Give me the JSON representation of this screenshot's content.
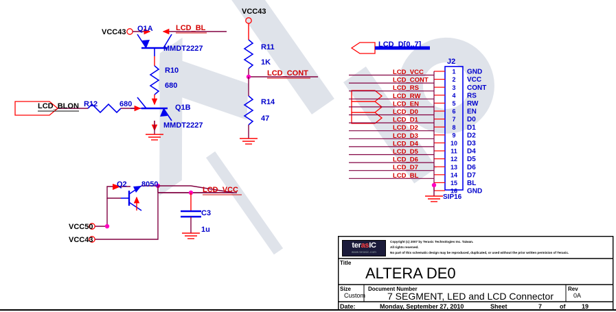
{
  "document": {
    "type": "schematic",
    "sheet_title": "ALTERA DE0",
    "watermark": "terasic.com"
  },
  "nets": {
    "vcc43": "VCC43",
    "vcc50": "VCC50",
    "lcd_bl": "LCD_BL",
    "lcd_blon": "LCD_BLON",
    "lcd_cont": "LCD_CONT",
    "lcd_vcc": "LCD_VCC",
    "lcd_bus": "LCD_D[0..7]"
  },
  "components": {
    "q1a": {
      "ref": "Q1A",
      "part": "MMDT2227"
    },
    "q1b": {
      "ref": "Q1B",
      "part": "MMDT2227"
    },
    "q2": {
      "ref": "Q2",
      "part": "8050"
    },
    "r10": {
      "ref": "R10",
      "value": "680"
    },
    "r11": {
      "ref": "R11",
      "value": "1K"
    },
    "r12": {
      "ref": "R12",
      "value": "680"
    },
    "r14": {
      "ref": "R14",
      "value": "47"
    },
    "c3": {
      "ref": "C3",
      "value": "1u"
    }
  },
  "connector": {
    "ref": "J2",
    "package": "SIP16",
    "pins": [
      {
        "num": "1",
        "name": "GND",
        "net": "LCD_VCC"
      },
      {
        "num": "2",
        "name": "VCC",
        "net": "LCD_CONT"
      },
      {
        "num": "3",
        "name": "CONT",
        "net": "LCD_RS"
      },
      {
        "num": "4",
        "name": "RS",
        "net": "LCD_RW"
      },
      {
        "num": "5",
        "name": "RW",
        "net": "LCD_EN"
      },
      {
        "num": "6",
        "name": "EN",
        "net": "LCD_D0"
      },
      {
        "num": "7",
        "name": "D0",
        "net": "LCD_D1"
      },
      {
        "num": "8",
        "name": "D1",
        "net": "LCD_D2"
      },
      {
        "num": "9",
        "name": "D2",
        "net": "LCD_D3"
      },
      {
        "num": "10",
        "name": "D3",
        "net": "LCD_D4"
      },
      {
        "num": "11",
        "name": "D4",
        "net": "LCD_D5"
      },
      {
        "num": "12",
        "name": "D5",
        "net": "LCD_D6"
      },
      {
        "num": "13",
        "name": "D6",
        "net": "LCD_D7"
      },
      {
        "num": "14",
        "name": "D7",
        "net": "LCD_BL"
      },
      {
        "num": "15",
        "name": "BL",
        "net": ""
      },
      {
        "num": "16",
        "name": "GND",
        "net": ""
      }
    ],
    "net_labels": [
      "LCD_VCC",
      "LCD_CONT",
      "LCD_RS",
      "LCD_RW",
      "LCD_EN",
      "LCD_D0",
      "LCD_D1",
      "LCD_D2",
      "LCD_D3",
      "LCD_D4",
      "LCD_D5",
      "LCD_D6",
      "LCD_D7",
      "LCD_BL"
    ]
  },
  "title_block": {
    "logo_text_1": "ter",
    "logo_text_2": "as",
    "logo_text_3": "IC",
    "logo_url": "www.terasic.com",
    "copyright_line_1": "Copyright (c) 2007 by Terasic Technologies Inc. Taiwan.",
    "copyright_line_2": "All rights reserved.",
    "copyright_line_3": "No part of this schematic design may be reproduced, duplicated, or used without the prior written permision of Terasic.",
    "title_label": "Title",
    "title_value": "ALTERA DE0",
    "size_label": "Size",
    "size_value": "Custom",
    "docnum_label": "Document Number",
    "docnum_value": "7 SEGMENT, LED and LCD Connector",
    "rev_label": "Rev",
    "rev_value": "0A",
    "date_label": "Date:",
    "date_value": "Monday, September 27, 2010",
    "sheet_label": "Sheet",
    "sheet_num": "7",
    "sheet_of": "of",
    "sheet_total": "19"
  },
  "colors": {
    "wire": "#800040",
    "device": "#0000ee",
    "net_label": "#ff0000",
    "pin_label": "#0000cc",
    "junction": "#ff00c0",
    "watermark": "#dfe3ea"
  }
}
